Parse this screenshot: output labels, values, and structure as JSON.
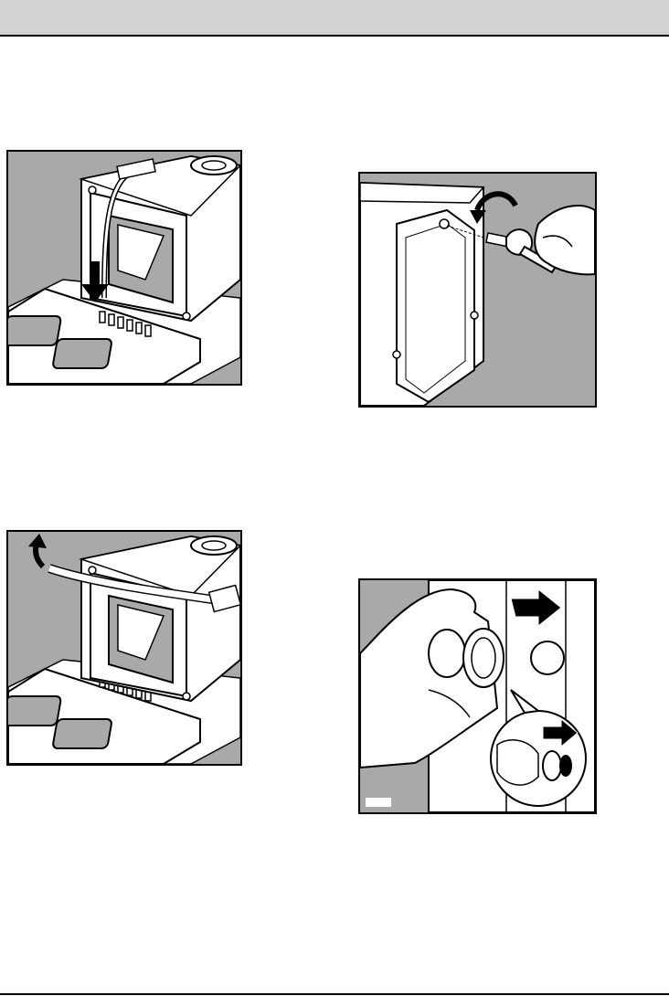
{
  "page": {
    "header_bar": "",
    "figures": [
      {
        "id": "fig1",
        "label": "",
        "depicts": "machine-on-base-strap-down"
      },
      {
        "id": "fig2",
        "label": "",
        "depicts": "remove-transit-bolt-wrench"
      },
      {
        "id": "fig3",
        "label": "",
        "depicts": "machine-on-base-strap-up"
      },
      {
        "id": "fig4",
        "label": "",
        "depicts": "fit-caps-in-holes"
      }
    ]
  },
  "colors": {
    "background": "#a9a9a9",
    "line": "#000000",
    "paper": "#ffffff"
  }
}
